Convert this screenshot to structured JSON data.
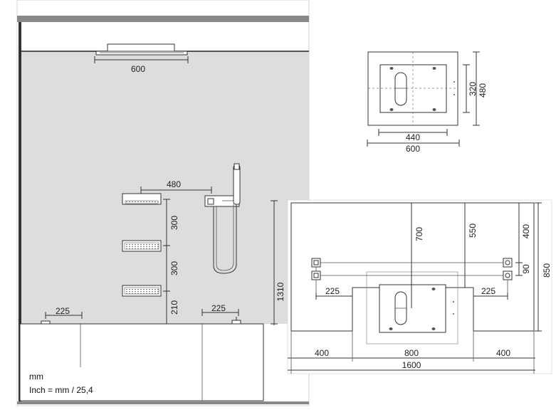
{
  "elevation": {
    "overhead_width": "600",
    "arm_spacing": "480",
    "jet_spacing_upper": "300",
    "jet_spacing_lower": "300",
    "jet_height_above_tub": "210",
    "mixer_height": "1310",
    "left_spout_offset": "225",
    "right_spout_offset": "225",
    "unit_label": "mm",
    "inch_label": "Inch = mm / 25,4"
  },
  "top_detail": {
    "inner_height": "320",
    "outer_height": "480",
    "inner_width": "440",
    "outer_width": "600"
  },
  "plan": {
    "depth_700": "700",
    "depth_550": "550",
    "depth_400": "400",
    "spacing_90": "90",
    "total_depth": "850",
    "left_offset": "225",
    "right_offset": "225",
    "left_width": "400",
    "center_width": "800",
    "right_width": "400",
    "total_width": "1600"
  }
}
